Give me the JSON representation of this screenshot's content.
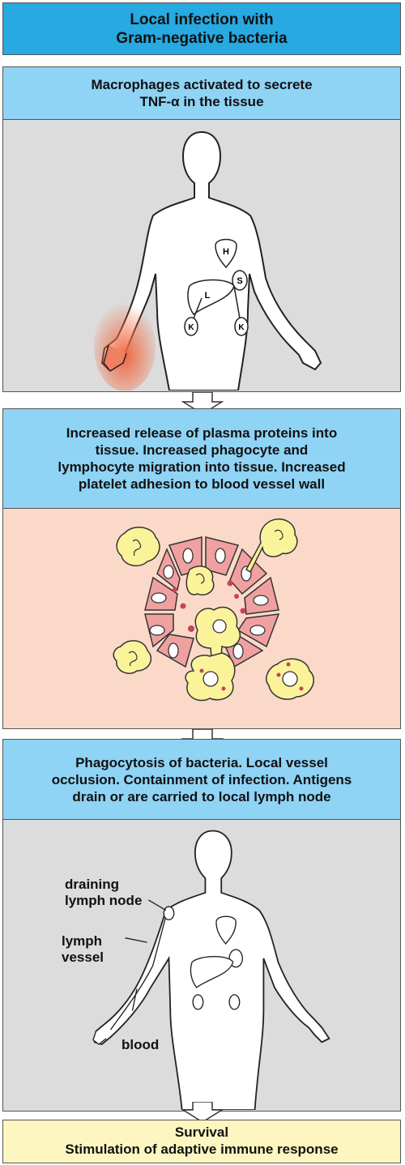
{
  "title": {
    "line1": "Local infection with",
    "line2": "Gram-negative bacteria"
  },
  "step1": {
    "line1": "Macrophages activated to secrete",
    "line2": "TNF-α  in the tissue",
    "organs": {
      "heart": "H",
      "spleen": "S",
      "liver": "L",
      "kidney_left": "K",
      "kidney_right": "K"
    }
  },
  "step2": {
    "line1": "Increased release of plasma proteins into",
    "line2": "tissue. Increased phagocyte and",
    "line3": "lymphocyte migration into tissue. Increased",
    "line4": "platelet adhesion to blood vessel wall"
  },
  "step3": {
    "line1": "Phagocytosis of bacteria. Local vessel",
    "line2": "occlusion. Containment of infection. Antigens",
    "line3": "drain or are carried to local lymph node",
    "labels": {
      "node_line1": "draining",
      "node_line2": "lymph node",
      "vessel_line1": "lymph",
      "vessel_line2": "vessel",
      "blood": "blood"
    }
  },
  "outcome": {
    "line1": "Survival",
    "line2": "Stimulation of adaptive immune response"
  },
  "colors": {
    "title_bg": "#27a9e1",
    "step_bg": "#8fd3f5",
    "panel_gray": "#dcdcdc",
    "panel_pink": "#fbd9c9",
    "outcome_bg": "#fdf6c0",
    "infection": "#f08060",
    "endothelium": "#f0a0a0",
    "phagocyte": "#fbf39a"
  }
}
